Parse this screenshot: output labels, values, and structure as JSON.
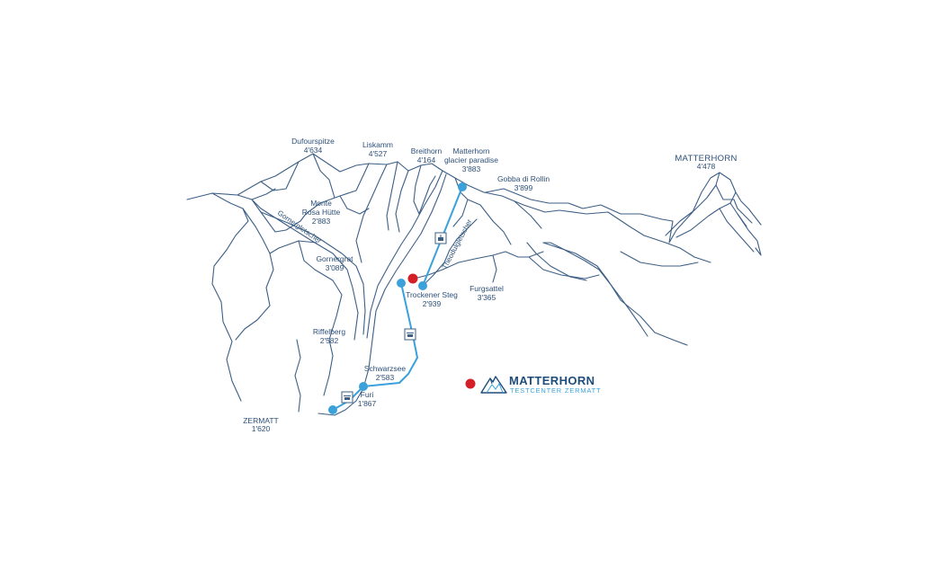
{
  "colors": {
    "ridge": "#3d5f86",
    "label": "#2d4f78",
    "route": "#3aa1db",
    "test_point": "#d32027",
    "logo_dark": "#1f4d7a",
    "logo_light": "#3aa1db"
  },
  "peaks": {
    "dufourspitze": {
      "name": "Dufourspitze",
      "alt": "4'634"
    },
    "liskamm": {
      "name": "Liskamm",
      "alt": "4'527"
    },
    "breithorn": {
      "name": "Breithorn",
      "alt": "4'164"
    },
    "mgp": {
      "line1": "Matterhorn",
      "line2": "glacier paradise",
      "alt": "3'883"
    },
    "gobba": {
      "name": "Gobba di Rollin",
      "alt": "3'899"
    },
    "matterhorn": {
      "name": "MATTERHORN",
      "alt": "4'478"
    },
    "monte_rosa": {
      "line1": "Monte",
      "line2": "Rosa Hütte",
      "alt": "2'883"
    },
    "gornergrat": {
      "name": "Gornergrat",
      "alt": "3'089"
    },
    "riffelberg": {
      "name": "Riffelberg",
      "alt": "2'582"
    },
    "trockener_steg": {
      "name": "Trockener Steg",
      "alt": "2'939"
    },
    "furgsattel": {
      "name": "Furgsattel",
      "alt": "3'365"
    },
    "schwarzsee": {
      "name": "Schwarzsee",
      "alt": "2'583"
    },
    "furi": {
      "name": "Furi",
      "alt": "1'867"
    },
    "zermatt": {
      "name": "ZERMATT",
      "alt": "1'620"
    }
  },
  "glaciers": {
    "gorner": "Gornergletscher",
    "theodul": "Theodulgletscher"
  },
  "icons": [
    "cable-car-icon",
    "gondola-icon",
    "mountain-logo-icon"
  ],
  "logo": {
    "title": "MATTERHORN",
    "subtitle": "TESTCENTER ZERMATT"
  }
}
